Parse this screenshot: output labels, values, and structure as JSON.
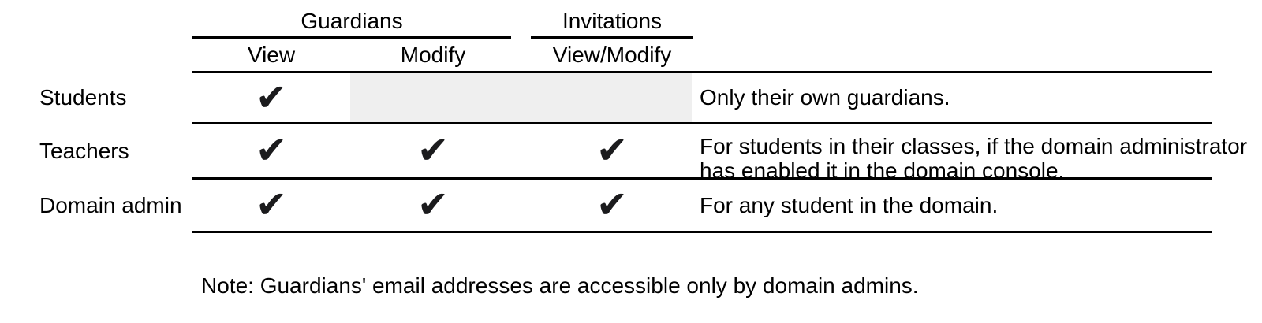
{
  "table": {
    "check_glyph": "✔",
    "highlight_color": "#efefef",
    "groups": [
      {
        "label": "Guardians",
        "subcolumns": [
          {
            "label": "View"
          },
          {
            "label": "Modify"
          }
        ]
      },
      {
        "label": "Invitations",
        "subcolumns": [
          {
            "label": "View/Modify"
          }
        ]
      }
    ],
    "rows": [
      {
        "label": "Students",
        "permissions": {
          "view": true,
          "modify": false,
          "view_modify": false
        },
        "modify_and_invitations_grayed": true,
        "note_lines": [
          "Only their own guardians."
        ]
      },
      {
        "label": "Teachers",
        "permissions": {
          "view": true,
          "modify": true,
          "view_modify": true
        },
        "modify_and_invitations_grayed": false,
        "note_lines": [
          "For students in their classes, if the domain administrator",
          "has enabled it in the domain console."
        ]
      },
      {
        "label": "Domain admin",
        "permissions": {
          "view": true,
          "modify": true,
          "view_modify": true
        },
        "modify_and_invitations_grayed": false,
        "note_lines": [
          "For any student in the domain."
        ]
      }
    ]
  },
  "footnote": "Note: Guardians' email addresses are accessible only by domain admins.",
  "colors": {
    "text": "#000000",
    "rule": "#000000",
    "highlight": "#efefef",
    "check": "#1b1b1d"
  }
}
